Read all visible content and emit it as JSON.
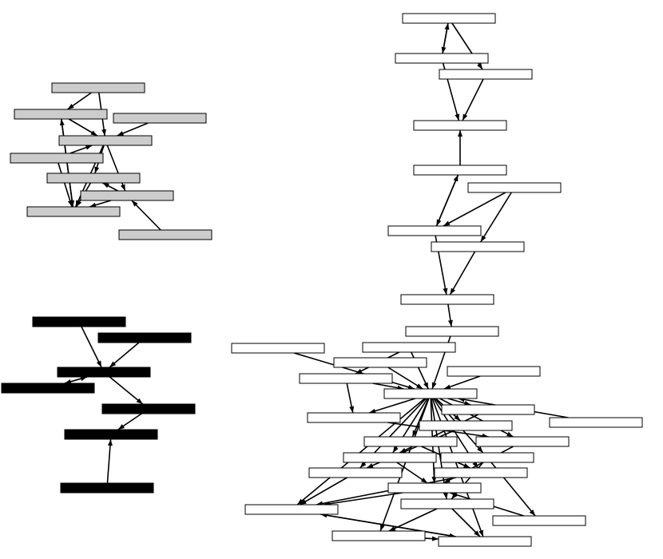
{
  "diagram": {
    "type": "directed-graph",
    "colors": {
      "background": "#ffffff",
      "edge": "#000000",
      "node_border": "#000000",
      "cluster_gray_fill": "#cccccc",
      "cluster_black_fill": "#000000",
      "cluster_white_fill": "#ffffff"
    },
    "clusters": [
      {
        "name": "gray-cluster",
        "fill_key": "cluster_gray_fill",
        "nodes": [
          {
            "id": "g1"
          },
          {
            "id": "g2"
          },
          {
            "id": "g3"
          },
          {
            "id": "g4"
          },
          {
            "id": "g5"
          },
          {
            "id": "g6"
          },
          {
            "id": "g7"
          },
          {
            "id": "g8"
          },
          {
            "id": "g9"
          }
        ],
        "edges": [
          [
            "g1",
            "g2"
          ],
          [
            "g1",
            "g4"
          ],
          [
            "g3",
            "g4"
          ],
          [
            "g2",
            "g4"
          ],
          [
            "g5",
            "g4"
          ],
          [
            "g2",
            "g8"
          ],
          [
            "g8",
            "g2"
          ],
          [
            "g4",
            "g8"
          ],
          [
            "g5",
            "g8"
          ],
          [
            "g6",
            "g8"
          ],
          [
            "g7",
            "g8"
          ],
          [
            "g4",
            "g7"
          ],
          [
            "g9",
            "g7"
          ],
          [
            "g4",
            "g6"
          ],
          [
            "g7",
            "g6"
          ]
        ]
      },
      {
        "name": "black-cluster",
        "fill_key": "cluster_black_fill",
        "nodes": [
          {
            "id": "b1"
          },
          {
            "id": "b2"
          },
          {
            "id": "b3"
          },
          {
            "id": "b4"
          },
          {
            "id": "b5"
          },
          {
            "id": "b6"
          },
          {
            "id": "b7"
          }
        ],
        "edges": [
          [
            "b1",
            "b3"
          ],
          [
            "b2",
            "b3"
          ],
          [
            "b3",
            "b4"
          ],
          [
            "b4",
            "b3"
          ],
          [
            "b3",
            "b5"
          ],
          [
            "b5",
            "b6"
          ],
          [
            "b7",
            "b6"
          ]
        ]
      },
      {
        "name": "white-cluster",
        "fill_key": "cluster_white_fill",
        "nodes": [
          {
            "id": "w1"
          },
          {
            "id": "w2"
          },
          {
            "id": "w3"
          },
          {
            "id": "w4"
          },
          {
            "id": "w5"
          },
          {
            "id": "w6"
          },
          {
            "id": "w7"
          },
          {
            "id": "w8"
          },
          {
            "id": "w9"
          },
          {
            "id": "w10"
          },
          {
            "id": "w11"
          },
          {
            "id": "w12"
          },
          {
            "id": "w13"
          },
          {
            "id": "w14"
          },
          {
            "id": "w15"
          },
          {
            "id": "w16"
          },
          {
            "id": "w17"
          },
          {
            "id": "w18"
          },
          {
            "id": "w19"
          },
          {
            "id": "w20"
          },
          {
            "id": "w21"
          },
          {
            "id": "w22"
          },
          {
            "id": "w23"
          },
          {
            "id": "w24"
          },
          {
            "id": "w25"
          },
          {
            "id": "w26"
          },
          {
            "id": "w27"
          },
          {
            "id": "w28"
          },
          {
            "id": "w29"
          },
          {
            "id": "w30"
          },
          {
            "id": "w31"
          },
          {
            "id": "w32"
          },
          {
            "id": "w33"
          }
        ],
        "edges": [
          [
            "w1",
            "w2"
          ],
          [
            "w2",
            "w1"
          ],
          [
            "w1",
            "w3"
          ],
          [
            "w2",
            "w4"
          ],
          [
            "w3",
            "w4"
          ],
          [
            "w5",
            "w4"
          ],
          [
            "w5",
            "w7"
          ],
          [
            "w7",
            "w5"
          ],
          [
            "w6",
            "w7"
          ],
          [
            "w6",
            "w8"
          ],
          [
            "w8",
            "w9"
          ],
          [
            "w7",
            "w9"
          ],
          [
            "w9",
            "w10"
          ],
          [
            "w12",
            "w15"
          ],
          [
            "w10",
            "w15"
          ],
          [
            "w11",
            "w15"
          ],
          [
            "w13",
            "w15"
          ],
          [
            "w14",
            "w15"
          ],
          [
            "w16",
            "w15"
          ],
          [
            "w17",
            "w15"
          ],
          [
            "w15",
            "w20"
          ],
          [
            "w15",
            "w21"
          ],
          [
            "w15",
            "w22"
          ],
          [
            "w15",
            "w23"
          ],
          [
            "w15",
            "w24"
          ],
          [
            "w15",
            "w25"
          ],
          [
            "w15",
            "w26"
          ],
          [
            "w15",
            "w27"
          ],
          [
            "w15",
            "w28"
          ],
          [
            "w15",
            "w29"
          ],
          [
            "w15",
            "w31"
          ],
          [
            "w15",
            "w33"
          ],
          [
            "w15",
            "w18"
          ],
          [
            "w15",
            "w19"
          ],
          [
            "w18",
            "w22"
          ],
          [
            "w19",
            "w23"
          ],
          [
            "w20",
            "w25"
          ],
          [
            "w21",
            "w26"
          ],
          [
            "w22",
            "w27"
          ],
          [
            "w23",
            "w27"
          ],
          [
            "w24",
            "w28"
          ],
          [
            "w25",
            "w29"
          ],
          [
            "w26",
            "w29"
          ],
          [
            "w27",
            "w29"
          ],
          [
            "w28",
            "w31"
          ],
          [
            "w29",
            "w33"
          ],
          [
            "w30",
            "w27"
          ],
          [
            "w32",
            "w29"
          ],
          [
            "w31",
            "w33"
          ],
          [
            "w28",
            "w32"
          ],
          [
            "w24",
            "w30"
          ],
          [
            "w14",
            "w18"
          ],
          [
            "w12",
            "w14"
          ]
        ]
      }
    ]
  }
}
